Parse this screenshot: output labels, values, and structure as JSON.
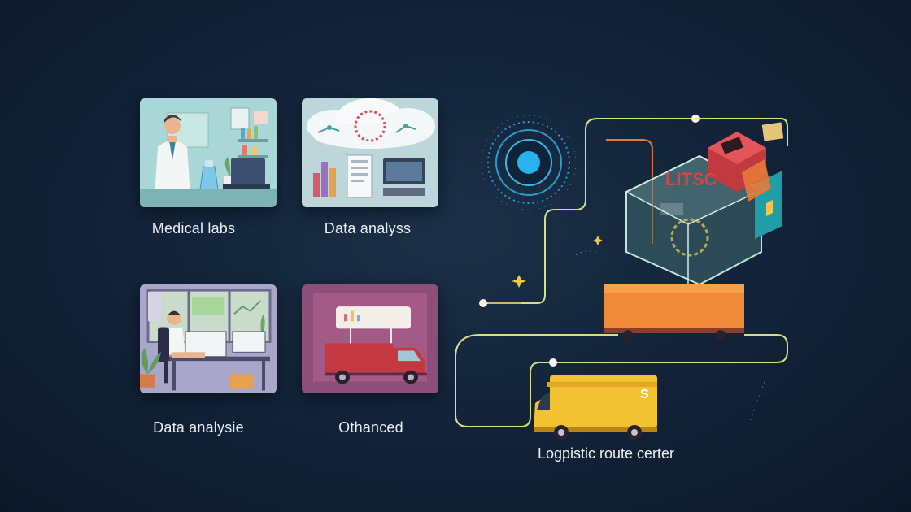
{
  "tiles": [
    {
      "label": "Medical labs"
    },
    {
      "label": "Data analyss"
    },
    {
      "label": "Data analysie"
    },
    {
      "label": "Othanced"
    }
  ],
  "diagram": {
    "hub_sign": "LITSC",
    "route_label": "Logpistic route certer",
    "truck_logo": "S"
  },
  "colors": {
    "background": "#13243a",
    "route_line": "#d6e08c",
    "orange_line": "#e07a3c",
    "sensor": "#2aa8e0",
    "cube": "#8ec9c4",
    "trailer": "#f08a3a",
    "van": "#f2c233"
  }
}
